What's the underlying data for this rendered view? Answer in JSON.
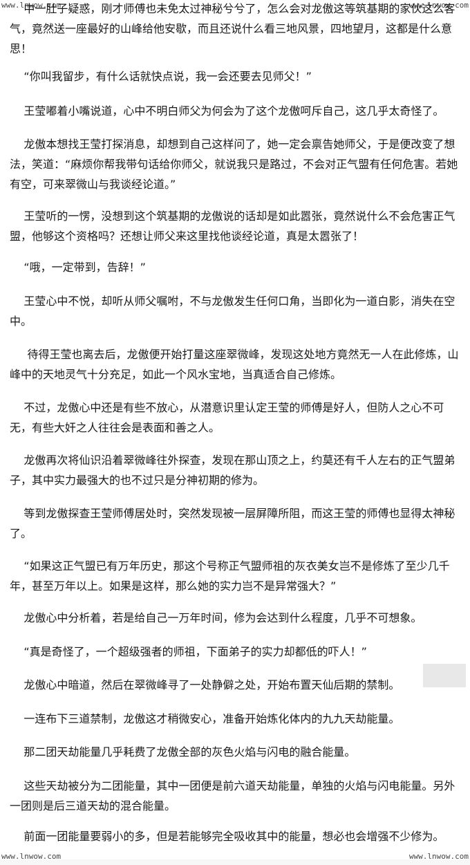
{
  "watermarks": {
    "top_left": "www.lnwow.com",
    "top_right": "www.lnwow.com",
    "bottom_left": "www.lnwow.com",
    "bottom_right": "www.lnwow.com"
  },
  "paragraphs": [
    "    中一肚子疑惑，刚才师傅也未免太过神秘兮兮了，怎么会对龙傲这等筑基期的家伙这么客气，竟然送一座最好的山峰给他安歇，而且还说什么看三地风景，四地望月，这都是什么意思！",
    "    “你叫我留步，有什么话就快点说，我一会还要去见师父！”",
    "    王莹嘟着小嘴说道，心中不明白师父为何会为了这个龙傲呵斥自己，这几乎太奇怪了。",
    "    龙傲本想找王莹打探消息，却想到自己这样问了，她一定会禀告她师父，于是便改变了想法，笑道：“麻烦你帮我带句话给你师父，就说我只是路过，不会对正气盟有任何危害。若她有空，可来翠微山与我谈经论道。”",
    "    王莹听的一愣，没想到这个筑基期的龙傲说的话却是如此嚣张，竟然说什么不会危害正气盟，他够这个资格吗？还想让师父来这里找他谈经论道，真是太嚣张了！",
    "    “哦，一定带到，告辞！”",
    "    王莹心中不悦，却听从师父嘱咐，不与龙傲发生任何口角，当即化为一道白影，消失在空中。",
    "     待得王莹也离去后，龙傲便开始打量这座翠微峰，发现这处地方竟然无一人在此修炼，山峰中的天地灵气十分充足，如此一个风水宝地，当真适合自己修炼。",
    "    不过，龙傲心中还是有些不放心，从潜意识里认定王莹的师傅是好人，但防人之心不可无，有些大奸之人往往会是表面和善之人。",
    "    龙傲再次将仙识沿着翠微峰往外探查，发现在那山顶之上，约莫还有千人左右的正气盟弟子，其中实力最强大的也不过只是分神初期的修为。",
    "    等到龙傲探查王莹师傅居处时，突然发现被一层屏障所阻，而这王莹的师傅也显得太神秘了。",
    "    “如果这正气盟已有万年历史，那这个号称正气盟师祖的灰衣美女岂不是修炼了至少几千年，甚至万年以上。如果是这样，那么她的实力岂不是异常强大？”",
    "    龙傲心中分析着，若是给自己一万年时间，修为会达到什么程度，几乎不可想象。",
    "    “真是奇怪了，一个超级强者的师祖，下面弟子的实力却都低的吓人！”",
    "    龙傲心中暗道，然后在翠微峰寻了一处静僻之处，开始布置天仙后期的禁制。",
    "    一连布下三道禁制，龙傲这才稍微安心，准备开始炼化体内的九九天劫能量。",
    "    那二团天劫能量几乎耗费了龙傲全部的灰色火焰与闪电的融合能量。",
    "    这些天劫被分为二团能量，其中一团便是前六道天劫能量，单独的火焰与闪电能量。另外一团则是后三道天劫的混合能量。",
    "    前面一团能量要弱小的多，但是若能够完全吸收其中的能量，想必也会增强不少修为。"
  ]
}
